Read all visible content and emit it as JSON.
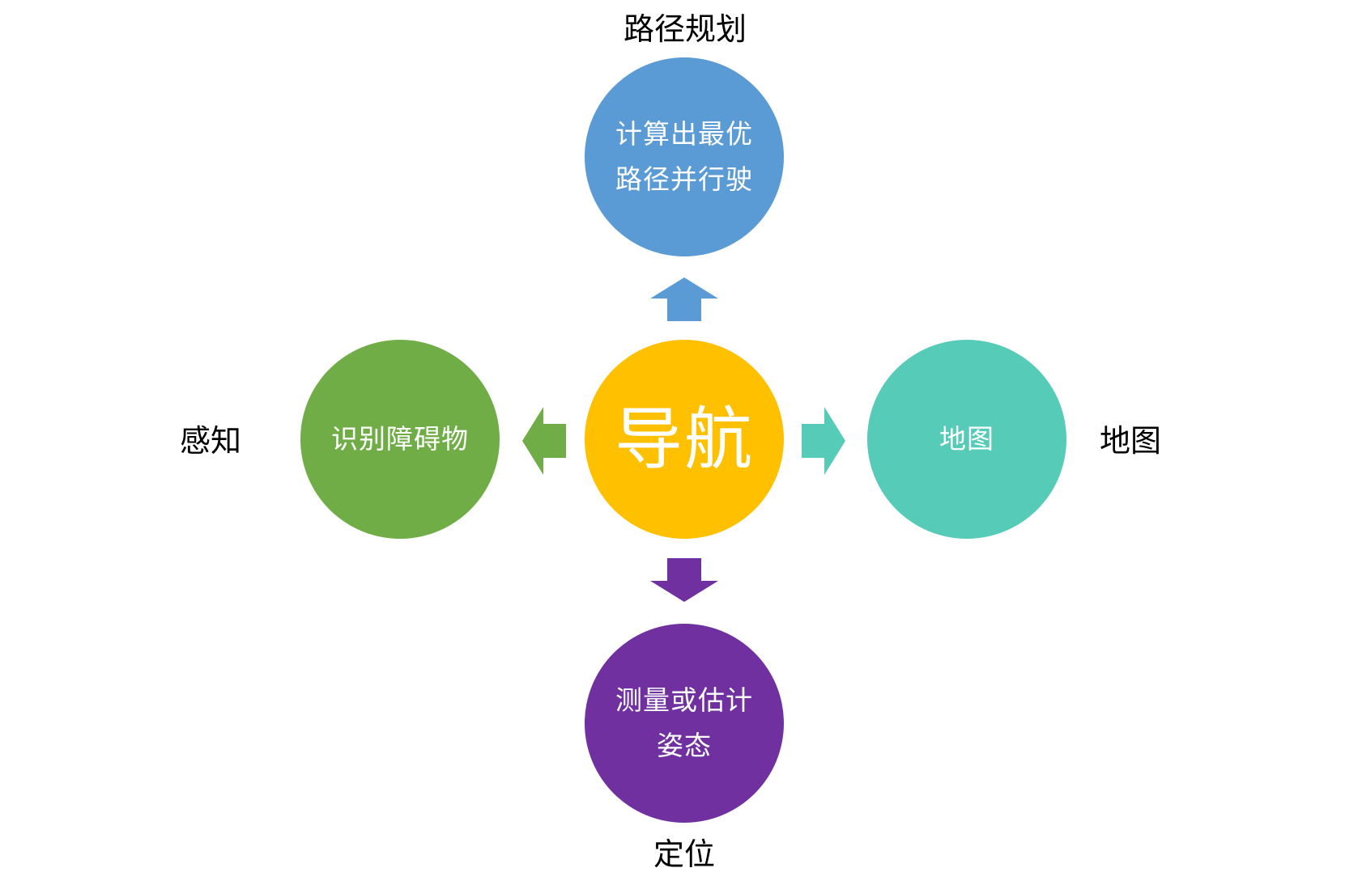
{
  "center": {
    "text": "导航",
    "color": "#FFC000"
  },
  "nodes": {
    "top": {
      "label": "路径规划",
      "lines": [
        "计算出最优",
        "路径并行驶"
      ],
      "color": "#5B9BD5"
    },
    "left": {
      "label": "感知",
      "lines": [
        "识别障碍物"
      ],
      "color": "#70AD47"
    },
    "right": {
      "label": "地图",
      "lines": [
        "地图"
      ],
      "color": "#56CBB7"
    },
    "bottom": {
      "label": "定位",
      "lines": [
        "测量或估计",
        "姿态"
      ],
      "color": "#7030A0"
    }
  }
}
